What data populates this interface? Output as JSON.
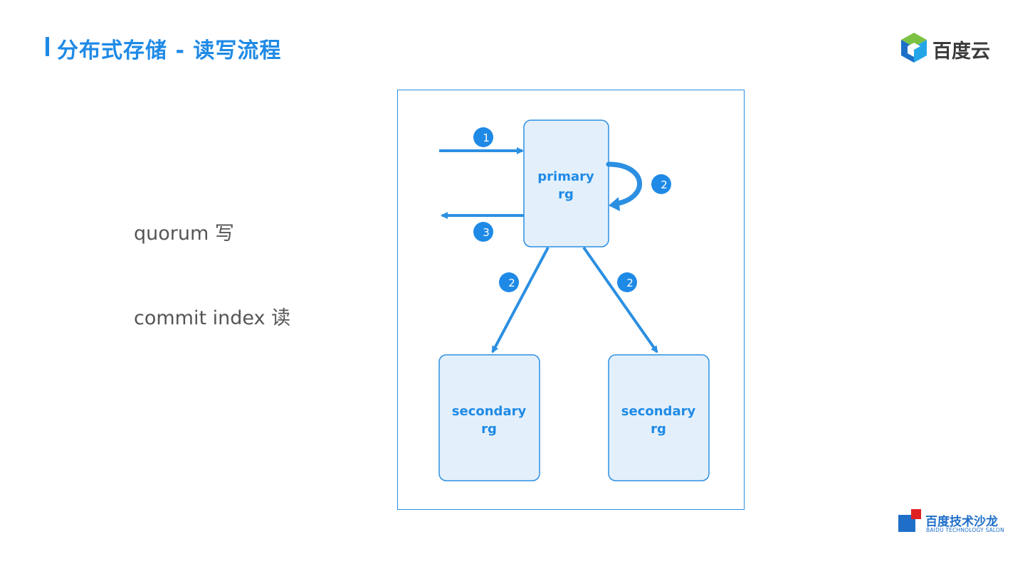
{
  "slide": {
    "title": "分布式存储 - 读写流程",
    "bullets": [
      "quorum 写",
      "commit index 读"
    ]
  },
  "logo_top": {
    "brand": "百度云"
  },
  "logo_bottom": {
    "name_cn": "百度技术沙龙",
    "name_en": "BAIDU TECHNOLOGY SALON"
  },
  "diagram": {
    "nodes": {
      "primary": {
        "line1": "primary",
        "line2": "rg"
      },
      "secondary_left": {
        "line1": "secondary",
        "line2": "rg"
      },
      "secondary_right": {
        "line1": "secondary",
        "line2": "rg"
      }
    },
    "step_badges": {
      "incoming": "1",
      "self_loop": "2",
      "outgoing": "3",
      "replicate_left": "2",
      "replicate_right": "2"
    }
  },
  "colors": {
    "accent": "#1f8ae6",
    "node_fill": "#e3f0fb",
    "node_border": "#2b8fe2",
    "text_gray": "#555555"
  }
}
